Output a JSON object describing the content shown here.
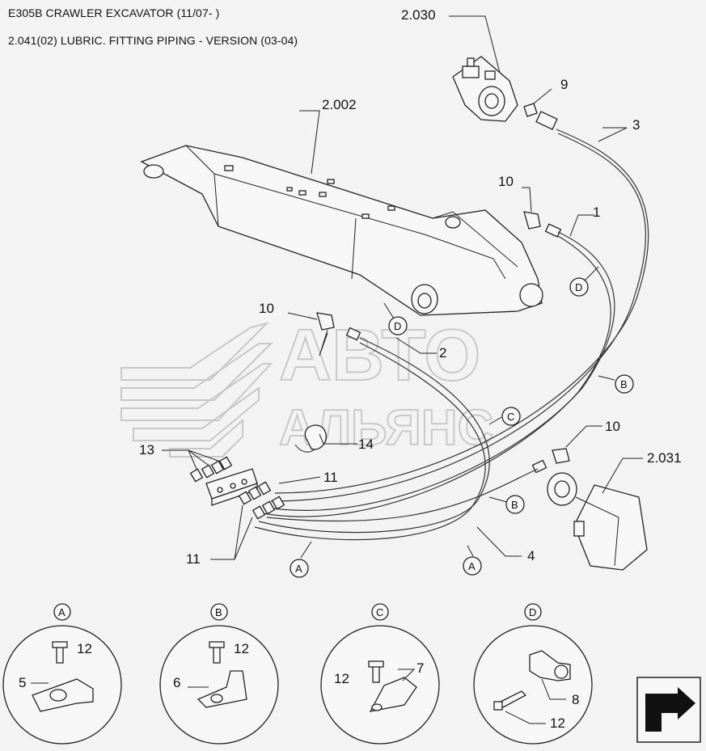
{
  "header": {
    "title": "E305B CRAWLER EXCAVATOR (11/07- )",
    "subtitle": "2.041(02) LUBRIC. FITTING PIPING - VERSION (03-04)"
  },
  "watermark": {
    "line1": "АВТО",
    "line2": "АЛЬЯНС"
  },
  "callouts": {
    "ref_2030": "2.030",
    "ref_2002": "2.002",
    "ref_2031": "2.031",
    "p1": "1",
    "p2": "2",
    "p3": "3",
    "p4": "4",
    "p5": "5",
    "p6": "6",
    "p7": "7",
    "p8": "8",
    "p9": "9",
    "p10a": "10",
    "p10b": "10",
    "p10c": "10",
    "p11a": "11",
    "p11b": "11",
    "p12a": "12",
    "p12b": "12",
    "p12c": "12",
    "p12d": "12",
    "p13": "13",
    "p14": "14"
  },
  "section_marks": {
    "D1": "D",
    "D2": "D",
    "B1": "B",
    "B2": "B",
    "C1": "C",
    "A1": "A",
    "A2": "A"
  },
  "details": [
    {
      "letter": "A",
      "bolt": "12",
      "part": "5"
    },
    {
      "letter": "B",
      "bolt": "12",
      "part": "6"
    },
    {
      "letter": "C",
      "bolt": "12",
      "part": "7"
    },
    {
      "letter": "D",
      "bolt": "12",
      "part": "8"
    }
  ],
  "icons": {
    "nav": "next-page-arrow-icon",
    "logo": "brand-chevron-logo-icon"
  }
}
